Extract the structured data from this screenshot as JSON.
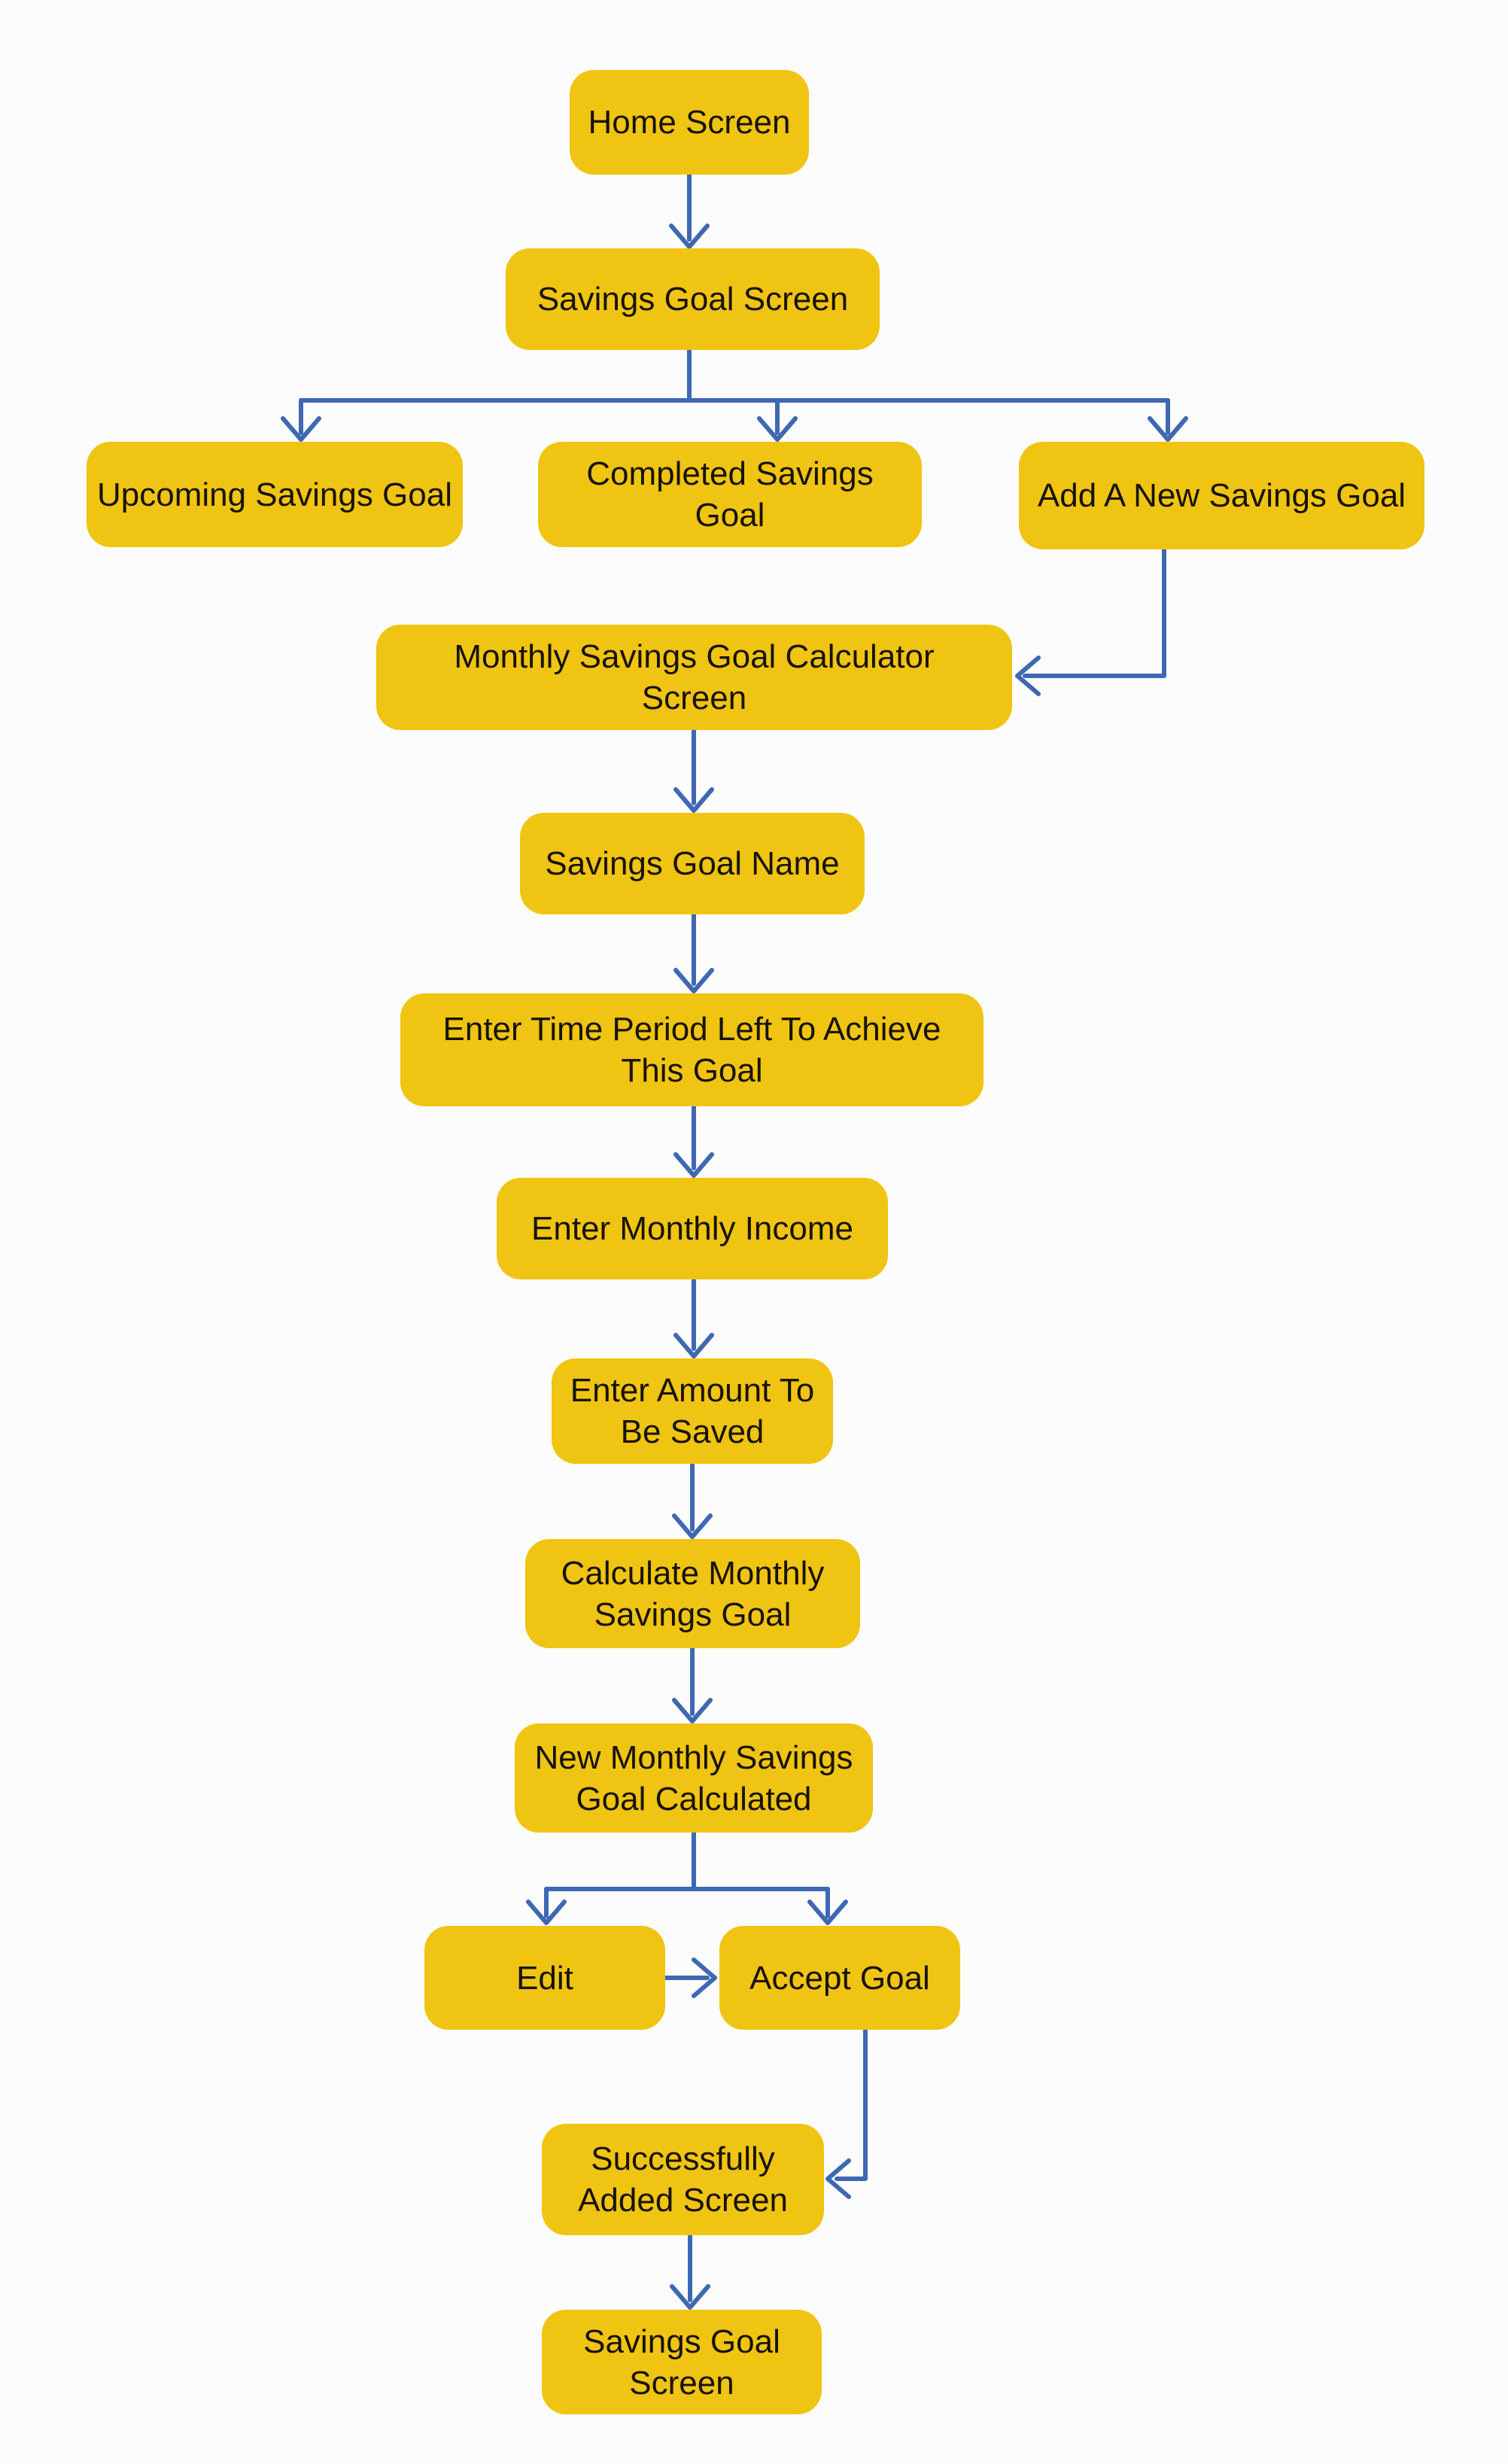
{
  "diagram": {
    "type": "flowchart",
    "background": "#FCFCFC",
    "colors": {
      "node_fill": "#F0C412",
      "node_text": "#17130B",
      "arrow": "#3E68B2"
    },
    "nodes": {
      "home": {
        "label": "Home Screen"
      },
      "savings_goal_screen": {
        "label": "Savings Goal Screen"
      },
      "upcoming_savings_goal": {
        "label": "Upcoming Savings Goal"
      },
      "completed_savings_goal": {
        "label": "Completed Savings Goal"
      },
      "add_new_savings_goal": {
        "label": "Add A New Savings Goal"
      },
      "calculator_screen": {
        "label": "Monthly Savings Goal Calculator\nScreen"
      },
      "savings_goal_name": {
        "label": "Savings Goal Name"
      },
      "time_period": {
        "label": "Enter Time Period Left To Achieve\nThis Goal"
      },
      "monthly_income": {
        "label": "Enter Monthly Income"
      },
      "amount_to_save": {
        "label": "Enter Amount To\nBe Saved"
      },
      "calculate_goal": {
        "label": "Calculate Monthly\nSavings Goal"
      },
      "goal_calculated": {
        "label": "New Monthly Savings\nGoal Calculated"
      },
      "edit": {
        "label": "Edit"
      },
      "accept_goal": {
        "label": "Accept Goal"
      },
      "successfully_added": {
        "label": "Successfully\nAdded Screen"
      },
      "savings_goal_screen_final": {
        "label": "Savings Goal\nScreen"
      }
    },
    "edges": [
      {
        "from": "home",
        "to": "savings_goal_screen"
      },
      {
        "from": "savings_goal_screen",
        "to": "upcoming_savings_goal"
      },
      {
        "from": "savings_goal_screen",
        "to": "completed_savings_goal"
      },
      {
        "from": "savings_goal_screen",
        "to": "add_new_savings_goal"
      },
      {
        "from": "add_new_savings_goal",
        "to": "calculator_screen"
      },
      {
        "from": "calculator_screen",
        "to": "savings_goal_name"
      },
      {
        "from": "savings_goal_name",
        "to": "time_period"
      },
      {
        "from": "time_period",
        "to": "monthly_income"
      },
      {
        "from": "monthly_income",
        "to": "amount_to_save"
      },
      {
        "from": "amount_to_save",
        "to": "calculate_goal"
      },
      {
        "from": "calculate_goal",
        "to": "goal_calculated"
      },
      {
        "from": "goal_calculated",
        "to": "edit"
      },
      {
        "from": "goal_calculated",
        "to": "accept_goal"
      },
      {
        "from": "edit",
        "to": "accept_goal"
      },
      {
        "from": "accept_goal",
        "to": "successfully_added"
      },
      {
        "from": "successfully_added",
        "to": "savings_goal_screen_final"
      }
    ]
  }
}
